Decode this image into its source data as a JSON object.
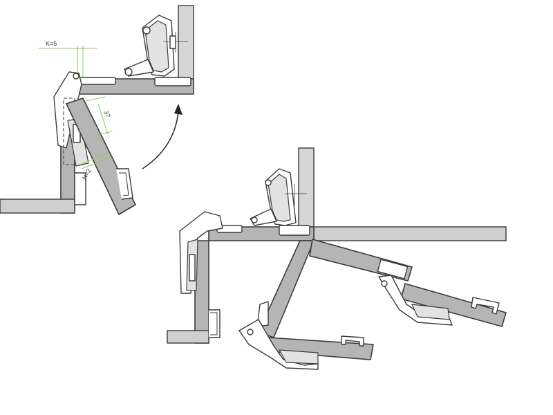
{
  "labels": {
    "k": "K=5",
    "d37": "37",
    "h": "H=2"
  },
  "colors": {
    "panel": "#b5b5b5",
    "outline": "#3a3a3a",
    "dimension": "#8cc85a"
  }
}
